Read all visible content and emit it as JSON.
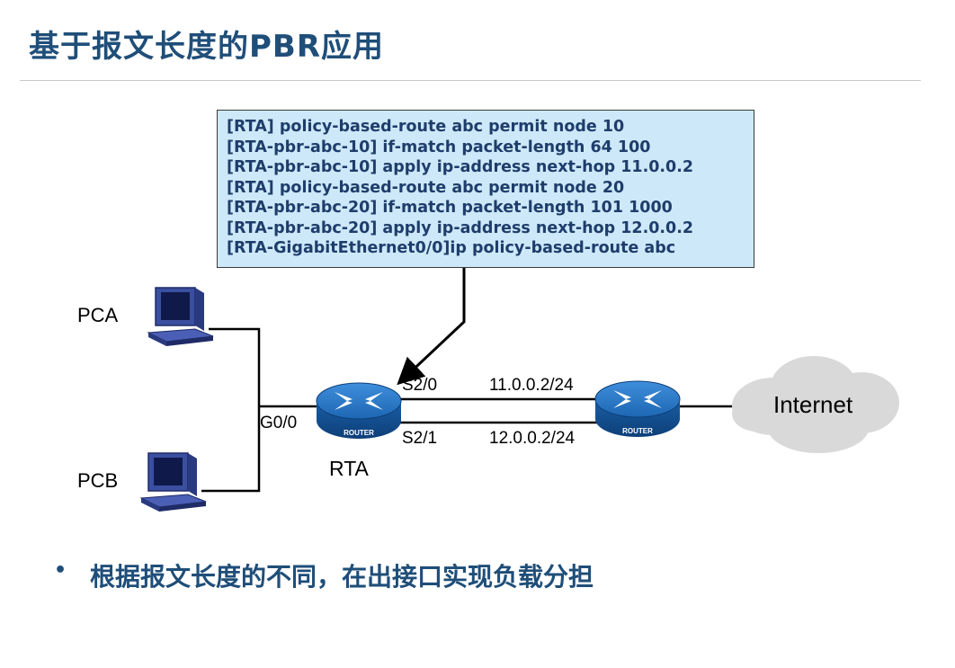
{
  "title": "基于报文长度的PBR应用",
  "config_lines": [
    "[RTA] policy-based-route abc permit node 10",
    "[RTA-pbr-abc-10] if-match packet-length 64 100",
    "[RTA-pbr-abc-10] apply ip-address next-hop 11.0.0.2",
    "[RTA] policy-based-route abc permit node 20",
    "[RTA-pbr-abc-20] if-match packet-length 101 1000",
    "[RTA-pbr-abc-20] apply ip-address next-hop 12.0.0.2",
    "[RTA-GigabitEthernet0/0]ip policy-based-route abc"
  ],
  "hosts": {
    "pca": "PCA",
    "pcb": "PCB"
  },
  "interfaces": {
    "g0_0": "G0/0",
    "s2_0": "S2/0",
    "s2_1": "S2/1"
  },
  "links": {
    "upper_ip": "11.0.0.2/24",
    "lower_ip": "12.0.0.2/24"
  },
  "routers": {
    "rta": "RTA",
    "badge": "ROUTER"
  },
  "cloud": "Internet",
  "bullet": {
    "marker": "•",
    "text": "根据报文长度的不同，在出接口实现负载分担"
  },
  "colors": {
    "title": "#1f4e79",
    "config_bg": "#cde9f9",
    "config_text": "#1f3d6b",
    "router_body": "#1d67b3",
    "cloud": "#d9d9d9"
  }
}
